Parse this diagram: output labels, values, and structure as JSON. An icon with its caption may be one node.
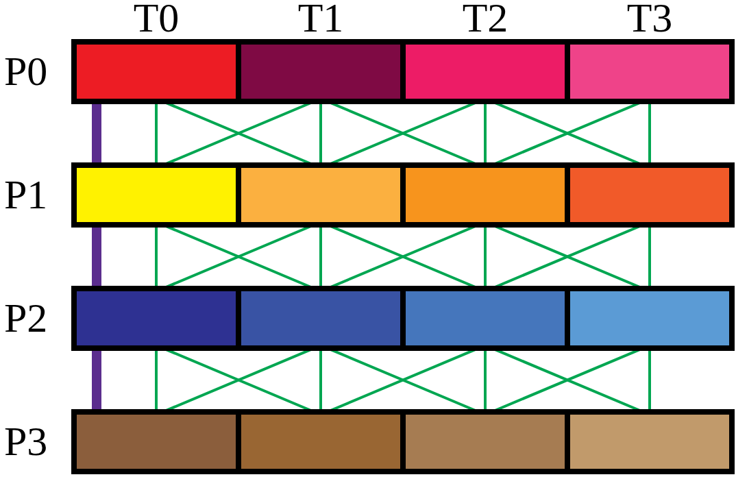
{
  "diagram": {
    "nodes": [
      {
        "text": [
          "P0"
        ]
      },
      {
        "text": [],
        "shape": "box",
        "in": 0
      },
      {
        "text": [],
        "shape": "box",
        "in": 0
      },
      {
        "text": [],
        "shape": "box",
        "in": 0
      },
      {
        "text": [],
        "shape": "box",
        "in": 0
      },
      {
        "text": [
          "P1"
        ]
      },
      {
        "text": [],
        "shape": "box",
        "in": 5
      },
      {
        "text": [],
        "shape": "box",
        "in": 5
      },
      {
        "text": [],
        "shape": "box",
        "in": 5
      },
      {
        "text": [],
        "shape": "box",
        "in": 5
      },
      {
        "text": [
          "P2"
        ]
      },
      {
        "text": [],
        "shape": "box",
        "in": 10
      },
      {
        "text": [],
        "shape": "box",
        "in": 10
      },
      {
        "text": [],
        "shape": "box",
        "in": 10
      },
      {
        "text": [],
        "shape": "box",
        "in": 10
      },
      {
        "text": [
          "P3"
        ]
      },
      {
        "text": [],
        "shape": "box",
        "in": 15
      },
      {
        "text": [],
        "shape": "box",
        "in": 15
      },
      {
        "text": [],
        "shape": "box",
        "in": 15
      },
      {
        "text": [],
        "shape": "box",
        "in": 15
      }
    ],
    "edges": [
      {
        "from": 1,
        "to": 6,
        "arrow": "none",
        "style": "thick",
        "color": "#5b2d8e"
      },
      {
        "from": 1,
        "to": 6,
        "arrow": "none"
      },
      {
        "from": 2,
        "to": 7,
        "arrow": "none"
      },
      {
        "from": 3,
        "to": 8,
        "arrow": "none"
      },
      {
        "from": 4,
        "to": 9,
        "arrow": "none"
      },
      {
        "from": 1,
        "to": 7,
        "arrow": "none"
      },
      {
        "from": 2,
        "to": 6,
        "arrow": "none"
      },
      {
        "from": 2,
        "to": 8,
        "arrow": "none"
      },
      {
        "from": 3,
        "to": 7,
        "arrow": "none"
      },
      {
        "from": 3,
        "to": 9,
        "arrow": "none"
      },
      {
        "from": 4,
        "to": 8,
        "arrow": "none"
      },
      {
        "from": 6,
        "to": 11,
        "arrow": "none",
        "style": "thick",
        "color": "#5b2d8e"
      },
      {
        "from": 6,
        "to": 11,
        "arrow": "none"
      },
      {
        "from": 7,
        "to": 12,
        "arrow": "none"
      },
      {
        "from": 8,
        "to": 13,
        "arrow": "none"
      },
      {
        "from": 9,
        "to": 14,
        "arrow": "none"
      },
      {
        "from": 6,
        "to": 12,
        "arrow": "none"
      },
      {
        "from": 7,
        "to": 11,
        "arrow": "none"
      },
      {
        "from": 7,
        "to": 13,
        "arrow": "none"
      },
      {
        "from": 8,
        "to": 12,
        "arrow": "none"
      },
      {
        "from": 8,
        "to": 14,
        "arrow": "none"
      },
      {
        "from": 9,
        "to": 13,
        "arrow": "none"
      },
      {
        "from": 11,
        "to": 16,
        "arrow": "none",
        "style": "thick",
        "color": "#5b2d8e"
      },
      {
        "from": 11,
        "to": 16,
        "arrow": "none"
      },
      {
        "from": 12,
        "to": 17,
        "arrow": "none"
      },
      {
        "from": 13,
        "to": 18,
        "arrow": "none"
      },
      {
        "from": 14,
        "to": 19,
        "arrow": "none"
      },
      {
        "from": 11,
        "to": 17,
        "arrow": "none"
      },
      {
        "from": 12,
        "to": 16,
        "arrow": "none"
      },
      {
        "from": 12,
        "to": 18,
        "arrow": "none"
      },
      {
        "from": 13,
        "to": 17,
        "arrow": "none"
      },
      {
        "from": 13,
        "to": 19,
        "arrow": "none"
      },
      {
        "from": 14,
        "to": 18,
        "arrow": "none"
      }
    ],
    "labels": [
      "T0",
      "T1",
      "T2",
      "T3"
    ]
  }
}
